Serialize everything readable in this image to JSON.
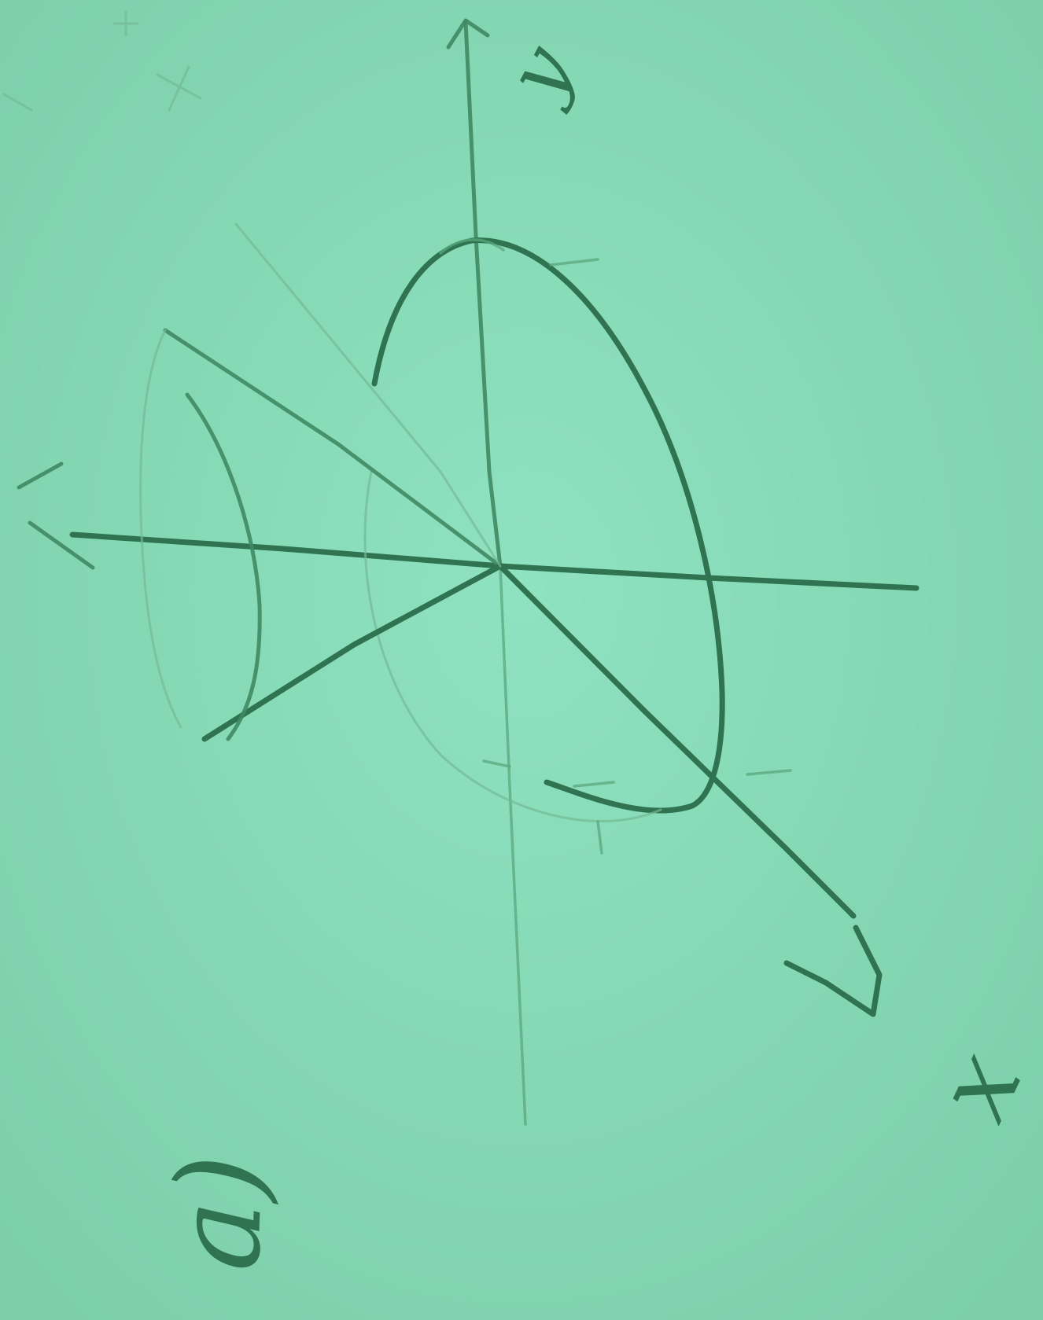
{
  "diagram": {
    "axis_labels": {
      "y_axis": "y",
      "x_axis": "x"
    },
    "subfigure_label": "a)",
    "colors": {
      "paper": "#86dbb6",
      "pencil": "#2f7350"
    }
  }
}
